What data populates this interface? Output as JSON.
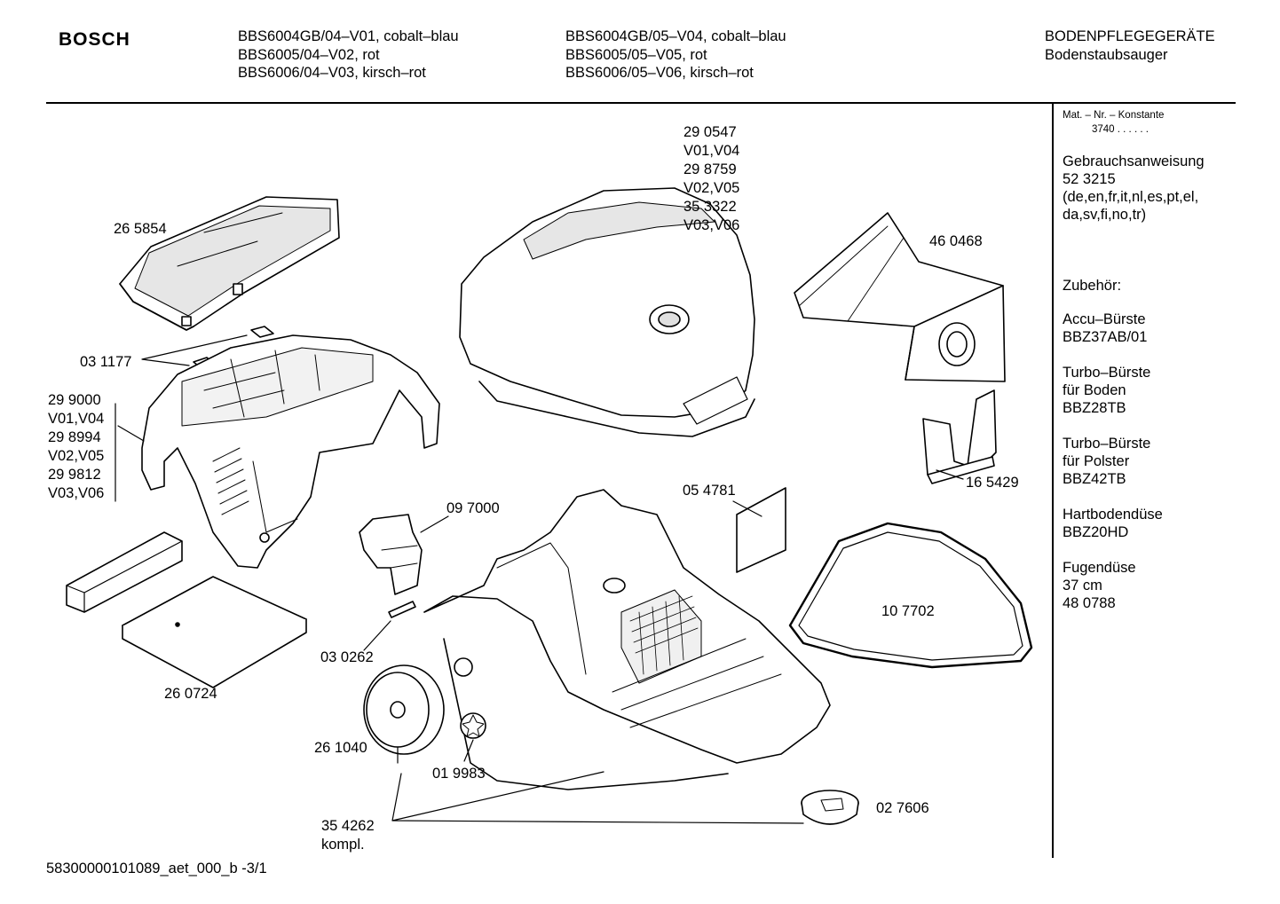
{
  "header": {
    "brand": "BOSCH",
    "models_col1": [
      "BBS6004GB/04–V01, cobalt–blau",
      "BBS6005/04–V02, rot",
      "BBS6006/04–V03, kirsch–rot"
    ],
    "models_col2": [
      "BBS6004GB/05–V04, cobalt–blau",
      "BBS6005/05–V05, rot",
      "BBS6006/05–V06, kirsch–rot"
    ],
    "category": "BODENPFLEGEGERÄTE",
    "subcategory": "Bodenstaubsauger"
  },
  "sidebar": {
    "mat_label": "Mat. – Nr. – Konstante",
    "mat_value": "3740 . . . . . .",
    "manual_title": "Gebrauchsanweisung",
    "manual_number": "52 3215",
    "manual_langs_1": "(de,en,fr,it,nl,es,pt,el,",
    "manual_langs_2": "da,sv,fi,no,tr)",
    "accessories_title": "Zubehör:",
    "accessories": [
      {
        "line1": "Accu–Bürste",
        "line2": "BBZ37AB/01",
        "line3": ""
      },
      {
        "line1": "Turbo–Bürste",
        "line2": "für Boden",
        "line3": "BBZ28TB"
      },
      {
        "line1": "Turbo–Bürste",
        "line2": "für Polster",
        "line3": "BBZ42TB"
      },
      {
        "line1": "Hartbodendüse",
        "line2": "BBZ20HD",
        "line3": ""
      },
      {
        "line1": "Fugendüse",
        "line2": "37 cm",
        "line3": "48 0788"
      }
    ]
  },
  "parts": {
    "cover_grille": "26 5854",
    "clips": "03 1177",
    "housing_top": [
      "29 9000",
      "V01,V04",
      "29 8994",
      "V02,V05",
      "29 9812",
      "V03,V06"
    ],
    "lid": [
      "29 0547",
      "V01,V04",
      "29 8759",
      "V02,V05",
      "35 3322",
      "V03,V06"
    ],
    "dust_bag": "46 0468",
    "bag_holder": "16 5429",
    "filter_card": "05 4781",
    "valve": "09 7000",
    "seal_ring": "10 7702",
    "pin": "03 0262",
    "filter_block": "26 0724",
    "wheel": "26 1040",
    "star_hub": "01 9983",
    "swivel_castor": "02 7606",
    "set_label": "35 4262",
    "set_note": "kompl."
  },
  "footer": {
    "doc_id": "58300000101089_aet_000_b  -3/1"
  },
  "colors": {
    "ink": "#000000",
    "paper": "#ffffff",
    "shade": "#d8d8d8"
  }
}
